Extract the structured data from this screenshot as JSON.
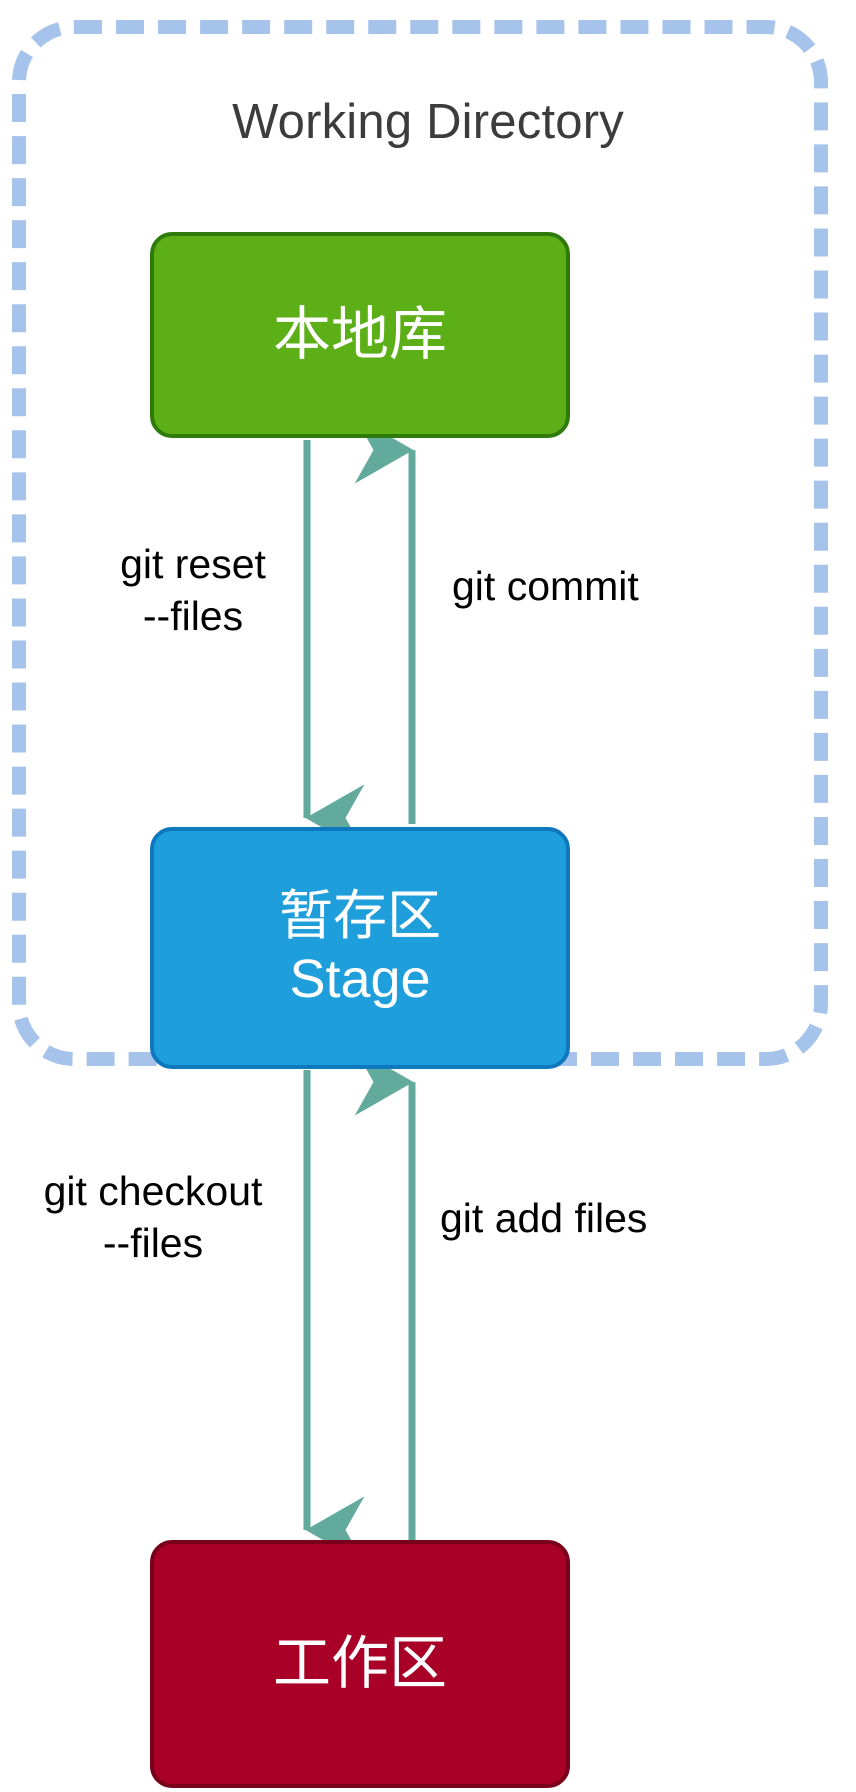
{
  "diagram": {
    "title": "Working Directory",
    "nodes": [
      {
        "id": "local-repo",
        "label": "本地库",
        "fill": "#5CAF17",
        "stroke": "#2E7A0B"
      },
      {
        "id": "stage",
        "label_cn": "暂存区",
        "label_en": "Stage",
        "fill": "#1E9FDC",
        "stroke": "#0D78BE"
      },
      {
        "id": "workspace",
        "label": "工作区",
        "fill": "#A80026",
        "stroke": "#78001A"
      }
    ],
    "arrows": [
      {
        "id": "reset",
        "label": "git reset\n--files",
        "from": "local-repo",
        "to": "stage",
        "direction": "down"
      },
      {
        "id": "commit",
        "label": "git commit",
        "from": "stage",
        "to": "local-repo",
        "direction": "up"
      },
      {
        "id": "checkout",
        "label": "git checkout\n--files",
        "from": "stage",
        "to": "workspace",
        "direction": "down"
      },
      {
        "id": "add",
        "label": "git add files",
        "from": "workspace",
        "to": "stage",
        "direction": "up"
      }
    ],
    "colors": {
      "container_border": "#A6C3EC",
      "arrow": "#62AA9B",
      "title_text": "#3C3C3C",
      "label_text": "#000000",
      "background": "#FFFFFF"
    }
  }
}
